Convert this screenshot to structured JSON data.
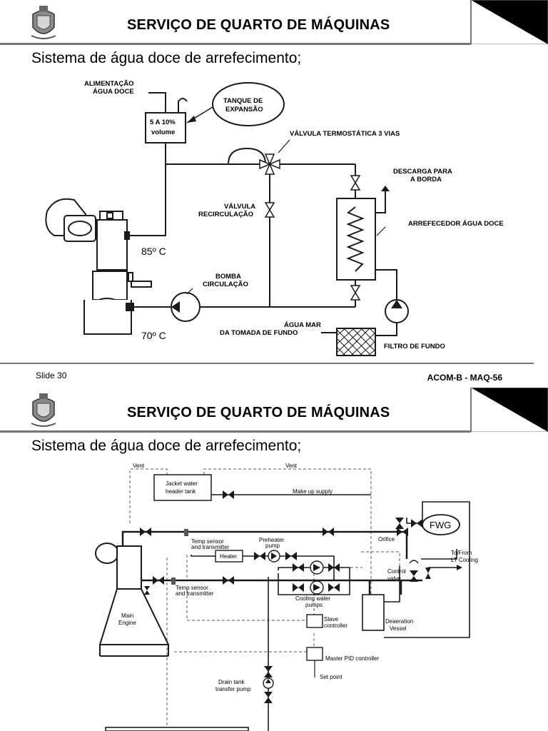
{
  "slide1": {
    "header_title": "SERVIÇO DE QUARTO DE MÁQUINAS",
    "subtitle": "Sistema de água doce de arrefecimento;",
    "labels": {
      "alimentacao_1": "ALIMENTAÇÃO",
      "alimentacao_2": "ÁGUA DOCE",
      "tanque_1": "TANQUE DE",
      "tanque_2": "EXPANSÃO",
      "volume_1": "5 A 10%",
      "volume_2": "volume",
      "valvula_termo": "VÁLVULA TERMOSTÁTICA 3 VIAS",
      "descarga_1": "DESCARGA PARA",
      "descarga_2": "A BORDA",
      "valvula_recirc_1": "VÁLVULA",
      "valvula_recirc_2": "RECIRCULAÇÃO",
      "arrefecedor": "ARREFECEDOR ÁGUA DOCE",
      "temp_high": "85º C",
      "bomba_1": "BOMBA",
      "bomba_2": "CIRCULAÇÃO",
      "agua_mar_1": "ÁGUA MAR",
      "agua_mar_2": "DA TOMADA DE FUNDO",
      "temp_low": "70º C",
      "filtro": "FILTRO DE FUNDO"
    },
    "slide_number": "Slide 30",
    "course_code": "ACOM-B -   MAQ-56"
  },
  "slide2": {
    "header_title": "SERVIÇO DE QUARTO DE MÁQUINAS",
    "subtitle": "Sistema de água doce de arrefecimento;",
    "labels": {
      "vent_1": "Vent",
      "vent_2": "Vent",
      "header_tank_1": "Jacket water",
      "header_tank_2": "header tank",
      "make_up": "Make up supply",
      "fwg": "FWG",
      "orifice": "Orifice",
      "temp_sensor_1a": "Temp sensor",
      "temp_sensor_1b": "and transmitter",
      "preheater_1": "Preheater",
      "preheater_2": "pump",
      "heater": "Heater",
      "to_from_1": "To/From",
      "to_from_2": "LT Cooling",
      "control_valve_1": "Control",
      "control_valve_2": "valve",
      "temp_sensor_2a": "Temp sensor",
      "temp_sensor_2b": "and transmitter",
      "cooling_pumps_1": "Cooling water",
      "cooling_pumps_2": "pumps",
      "main_engine_1": "Main",
      "main_engine_2": "Engine",
      "slave_1": "Slave",
      "slave_2": "controller",
      "deaeration_1": "Deaeration",
      "deaeration_2": "Vessel",
      "master_pid": "Master PID controller",
      "set_point": "Set point",
      "drain_pump_1": "Drain tank",
      "drain_pump_2": "transfer pump"
    }
  },
  "colors": {
    "line": "#1a1a1a",
    "rule": "#777777",
    "dashed": "#555555"
  }
}
